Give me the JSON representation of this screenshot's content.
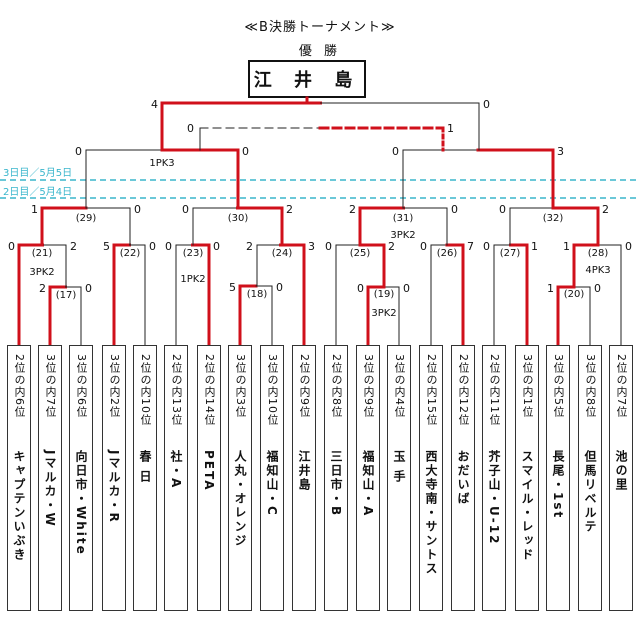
{
  "header": {
    "title": "≪B決勝トーナメント≫",
    "subtitle": "優 勝",
    "champion": "江 井 島"
  },
  "days": {
    "day3": "3日目／5月5日",
    "day2": "2日目／5月4日"
  },
  "colors": {
    "win": "#d0101b",
    "line": "#222222",
    "day_line": "#3ab6cc"
  },
  "teams": [
    {
      "rank": "2位の内6位",
      "name": "キャプテンいぶき"
    },
    {
      "rank": "3位の内7位",
      "name": "Jマルカ・W"
    },
    {
      "rank": "3位の内6位",
      "name": "向日市・White"
    },
    {
      "rank": "3位の内2位",
      "name": "Jマルカ・R"
    },
    {
      "rank": "2位の内10位",
      "name": "春 日"
    },
    {
      "rank": "2位の内13位",
      "name": "社・A"
    },
    {
      "rank": "2位の内14位",
      "name": "PETA"
    },
    {
      "rank": "3位の内3位",
      "name": "人丸・オレンジ"
    },
    {
      "rank": "3位の内10位",
      "name": "福知山・C"
    },
    {
      "rank": "2位の内9位",
      "name": "江井島"
    },
    {
      "rank": "2位の内8位",
      "name": "三日市・B"
    },
    {
      "rank": "3位の内9位",
      "name": "福知山・A"
    },
    {
      "rank": "3位の内4位",
      "name": "玉 手"
    },
    {
      "rank": "2位の内15位",
      "name": "西大寺南・サントス"
    },
    {
      "rank": "2位の内12位",
      "name": "おだいば"
    },
    {
      "rank": "2位の内11位",
      "name": "芥子山・U-12"
    },
    {
      "rank": "3位の内1位",
      "name": "スマイル・レッド"
    },
    {
      "rank": "3位の内5位",
      "name": "長尾・1st"
    },
    {
      "rank": "3位の内8位",
      "name": "但馬リベルテ"
    },
    {
      "rank": "2位の内7位",
      "name": "池の里"
    }
  ],
  "matches": [
    {
      "id": "m17",
      "label": "(17)",
      "winner": "a",
      "a_score": "2",
      "b_score": "0"
    },
    {
      "id": "m18",
      "label": "(18)",
      "winner": "a",
      "a_score": "5",
      "b_score": "0"
    },
    {
      "id": "m19",
      "label": "(19)",
      "winner": "a",
      "a_score": "0",
      "b_score": "0",
      "pk": "3PK2"
    },
    {
      "id": "m20",
      "label": "(20)",
      "winner": "a",
      "a_score": "1",
      "b_score": "0"
    },
    {
      "id": "m21",
      "label": "(21)",
      "winner": "a",
      "a_score": "0",
      "b_score": "2",
      "pk": "3PK2"
    },
    {
      "id": "m22",
      "label": "(22)",
      "winner": "a",
      "a_score": "5",
      "b_score": "0"
    },
    {
      "id": "m23",
      "label": "(23)",
      "winner": "b",
      "a_score": "0",
      "b_score": "0",
      "pk": "1PK2"
    },
    {
      "id": "m24",
      "label": "(24)",
      "winner": "b",
      "a_score": "2",
      "b_score": "3"
    },
    {
      "id": "m25",
      "label": "(25)",
      "winner": "b",
      "a_score": "0",
      "b_score": "2"
    },
    {
      "id": "m26",
      "label": "(26)",
      "winner": "b",
      "a_score": "0",
      "b_score": "7"
    },
    {
      "id": "m27",
      "label": "(27)",
      "winner": "b",
      "a_score": "0",
      "b_score": "1"
    },
    {
      "id": "m28",
      "label": "(28)",
      "winner": "a",
      "a_score": "1",
      "b_score": "0",
      "pk": "4PK3"
    },
    {
      "id": "m29",
      "label": "(29)",
      "winner": "a",
      "a_score": "1",
      "b_score": "0"
    },
    {
      "id": "m30",
      "label": "(30)",
      "winner": "b",
      "a_score": "0",
      "b_score": "2"
    },
    {
      "id": "m31",
      "label": "(31)",
      "winner": "a",
      "a_score": "2",
      "b_score": "0",
      "pk": "3PK2"
    },
    {
      "id": "m32",
      "label": "(32)",
      "winner": "b",
      "a_score": "0",
      "b_score": "2"
    },
    {
      "id": "sf1",
      "label": "",
      "winner": "b",
      "a_score": "0",
      "b_score": "0",
      "pk": "1PK3"
    },
    {
      "id": "sf2",
      "label": "",
      "winner": "b",
      "a_score": "0",
      "b_score": "3"
    },
    {
      "id": "final",
      "label": "",
      "winner": "a",
      "a_score": "4",
      "b_score": "0"
    },
    {
      "id": "third",
      "label": "",
      "winner": "b",
      "a_score": "0",
      "b_score": "1"
    }
  ]
}
